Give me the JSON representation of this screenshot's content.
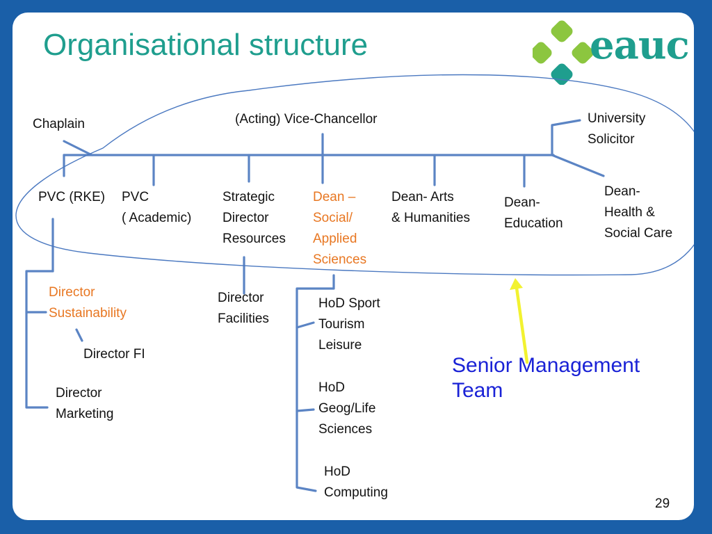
{
  "slide": {
    "title": "Organisational structure",
    "logo_text": "eauc",
    "page_number": "29",
    "colors": {
      "background": "#1a5fa8",
      "title": "#1f9e8e",
      "connector": "#5b84c4",
      "highlight": "#e87722",
      "senior_team_label": "#1a22d6",
      "arrow": "#f2f230"
    }
  },
  "org_chart": {
    "top": {
      "vice_chancellor": "(Acting) Vice-Chancellor",
      "chaplain": "Chaplain",
      "university_solicitor": "University\nSolicitor"
    },
    "senior_team": [
      {
        "id": "pvc_rke",
        "label": "PVC (RKE)",
        "highlight": false
      },
      {
        "id": "pvc_academic",
        "label": "PVC\n( Academic)",
        "highlight": false
      },
      {
        "id": "strategic_director",
        "label": "Strategic\nDirector\nResources",
        "highlight": false
      },
      {
        "id": "dean_social",
        "label": "Dean –\nSocial/\nApplied\nSciences",
        "highlight": true
      },
      {
        "id": "dean_arts",
        "label": "Dean- Arts\n& Humanities",
        "highlight": false
      },
      {
        "id": "dean_education",
        "label": "Dean-\nEducation",
        "highlight": false
      },
      {
        "id": "dean_health",
        "label": "Dean-\nHealth &\nSocial Care",
        "highlight": false
      }
    ],
    "reports": {
      "director_sustainability": "Director\nSustainability",
      "director_fi": "Director FI",
      "director_marketing": "Director\nMarketing",
      "director_facilities": "Director\nFacilities",
      "hod_sport": "HoD Sport\nTourism\nLeisure",
      "hod_geog": "HoD\nGeog/Life\nSciences",
      "hod_computing": "HoD\nComputing"
    },
    "senior_team_label": "Senior Management\nTeam"
  }
}
